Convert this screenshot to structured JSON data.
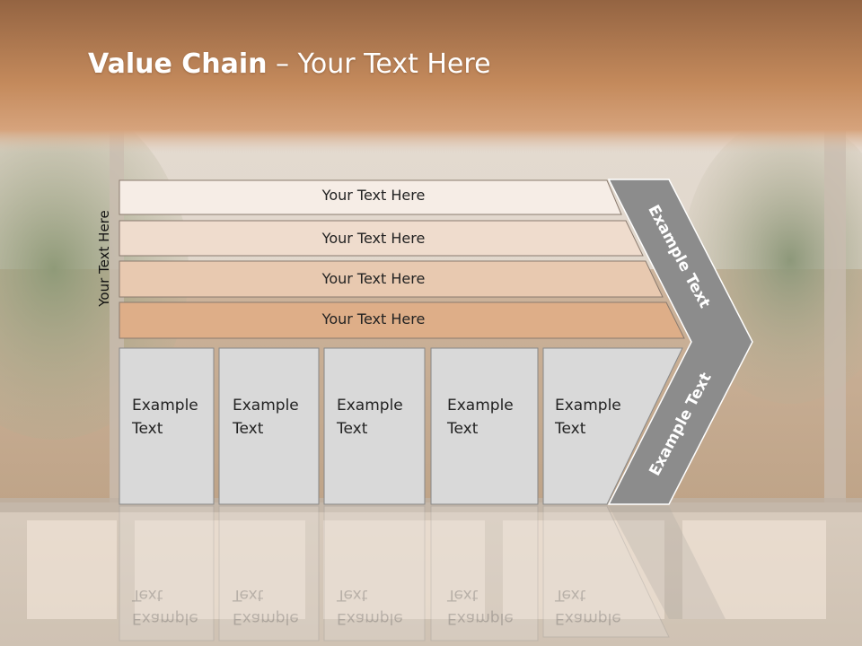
{
  "title": {
    "bold": "Value Chain",
    "rest": " – Your Text Here"
  },
  "side_label": "Your Text Here",
  "bars": [
    "Your Text Here",
    "Your Text Here",
    "Your Text Here",
    "Your Text Here"
  ],
  "cells": [
    {
      "line1": "Example",
      "line2": "Text"
    },
    {
      "line1": "Example",
      "line2": "Text"
    },
    {
      "line1": "Example",
      "line2": "Text"
    },
    {
      "line1": "Example",
      "line2": "Text"
    },
    {
      "line1": "Example",
      "line2": "Text"
    }
  ],
  "arrow": {
    "upper": "Example Text",
    "lower": "Example Text"
  },
  "colors": {
    "header_top": "#9a6a45",
    "header_mid": "#c48b5e",
    "bar1": "#f6ede6",
    "bar2": "#efdccd",
    "bar3": "#e8c9b0",
    "bar4": "#deae88",
    "cell": "#d9d9d9",
    "arrow": "#8c8c8c"
  }
}
